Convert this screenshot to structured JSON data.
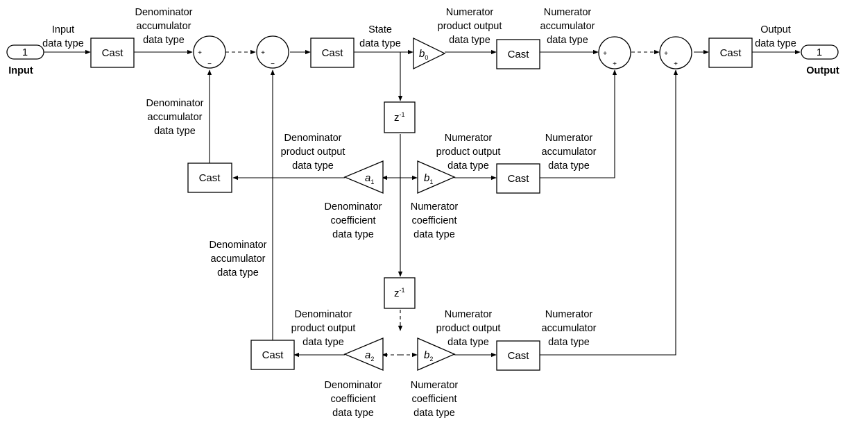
{
  "ports": {
    "input": {
      "number": "1",
      "label": "Input"
    },
    "output": {
      "number": "1",
      "label": "Output"
    }
  },
  "blocks": {
    "cast_label": "Cast",
    "delay_label": "z",
    "delay_exponent": "-1",
    "plus": "+",
    "minus": "−"
  },
  "coefficients": {
    "b0": {
      "base": "b",
      "sub": "0"
    },
    "b1": {
      "base": "b",
      "sub": "1"
    },
    "b2": {
      "base": "b",
      "sub": "2"
    },
    "a1": {
      "base": "a",
      "sub": "1"
    },
    "a2": {
      "base": "a",
      "sub": "2"
    }
  },
  "labels": {
    "input_dt": [
      "Input",
      "data type"
    ],
    "den_acc_top": [
      "Denominator",
      "accumulator",
      "data type"
    ],
    "state_dt": [
      "State",
      "data type"
    ],
    "num_prod_top": [
      "Numerator",
      "product output",
      "data type"
    ],
    "num_acc_top": [
      "Numerator",
      "accumulator",
      "data type"
    ],
    "output_dt": [
      "Output",
      "data type"
    ],
    "den_acc_left1": [
      "Denominator",
      "accumulator",
      "data type"
    ],
    "den_prod_1": [
      "Denominator",
      "product output",
      "data type"
    ],
    "num_prod_1": [
      "Numerator",
      "product output",
      "data type"
    ],
    "num_acc_1": [
      "Numerator",
      "accumulator",
      "data type"
    ],
    "den_coef_1": [
      "Denominator",
      "coefficient",
      "data type"
    ],
    "num_coef_1": [
      "Numerator",
      "coefficient",
      "data type"
    ],
    "den_acc_left2": [
      "Denominator",
      "accumulator",
      "data type"
    ],
    "den_prod_2": [
      "Denominator",
      "product output",
      "data type"
    ],
    "num_prod_2": [
      "Numerator",
      "product output",
      "data type"
    ],
    "num_acc_2": [
      "Numerator",
      "accumulator",
      "data type"
    ],
    "den_coef_2": [
      "Denominator",
      "coefficient",
      "data type"
    ],
    "num_coef_2": [
      "Numerator",
      "coefficient",
      "data type"
    ]
  }
}
